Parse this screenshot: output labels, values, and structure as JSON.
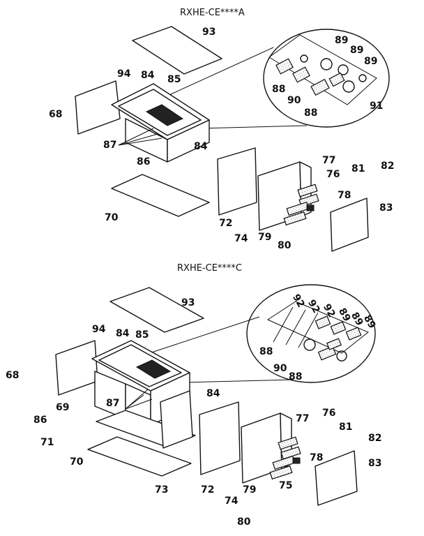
{
  "titles": {
    "top": "RXHE-CE****A",
    "bottom": "RXHE-CE****C"
  },
  "top_labels": {
    "p93": "93",
    "p89a": "89",
    "p89b": "89",
    "p89c": "89",
    "p88a": "88",
    "p90": "90",
    "p88b": "88",
    "p91": "91",
    "p94": "94",
    "p84a": "84",
    "p85": "85",
    "p68": "68",
    "p87": "87",
    "p84b": "84",
    "p86": "86",
    "p77": "77",
    "p76": "76",
    "p81": "81",
    "p82": "82",
    "p78": "78",
    "p83": "83",
    "p70": "70",
    "p72": "72",
    "p74": "74",
    "p79": "79",
    "p80": "80"
  },
  "bottom_labels": {
    "p93": "93",
    "p92a": "92",
    "p92b": "92",
    "p92c": "92",
    "p89a": "89",
    "p89b": "89",
    "p89c": "89",
    "p88a": "88",
    "p90": "90",
    "p88b": "88",
    "p94": "94",
    "p84a": "84",
    "p85": "85",
    "p68": "68",
    "p69": "69",
    "p87": "87",
    "p84b": "84",
    "p86": "86",
    "p71": "71",
    "p70": "70",
    "p73": "73",
    "p72": "72",
    "p77": "77",
    "p76": "76",
    "p81": "81",
    "p82": "82",
    "p78": "78",
    "p75": "75",
    "p79": "79",
    "p74": "74",
    "p80": "80",
    "p83": "83"
  }
}
